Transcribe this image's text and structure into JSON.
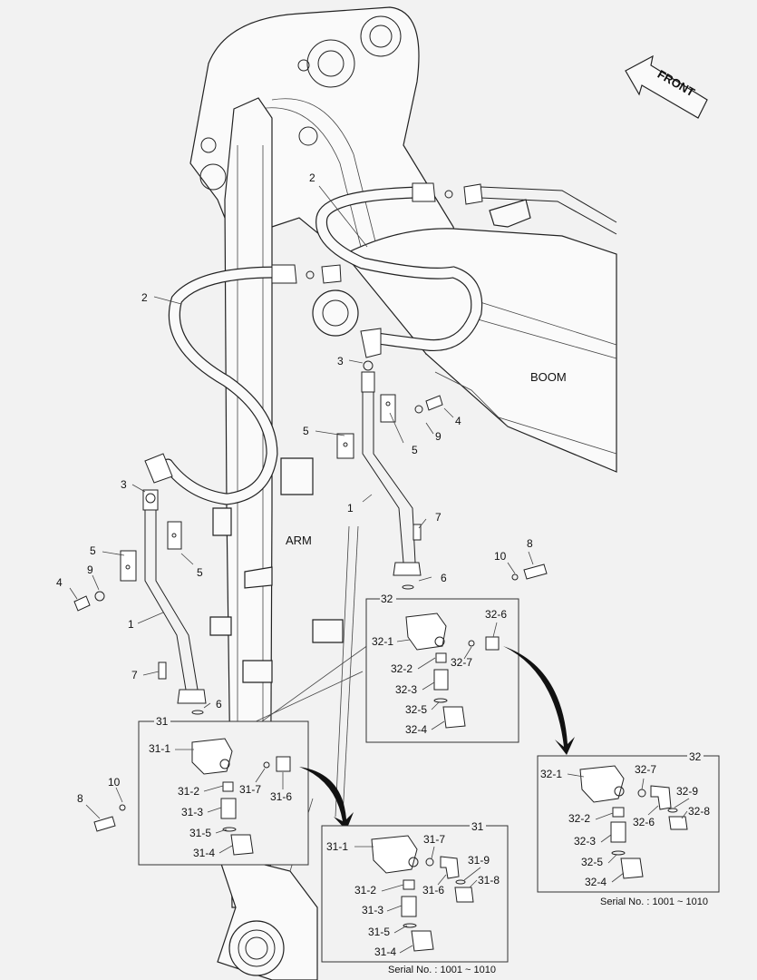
{
  "front_label": "FRONT",
  "boom_label": "BOOM",
  "arm_label": "ARM",
  "labels": {
    "hose_2_upper": "2",
    "hose_2_left": "2",
    "pipe_1_left": "1",
    "pipe_1_right": "1",
    "item_3_left": "3",
    "item_3_right": "3",
    "item_4_left": "4",
    "item_4_right": "4",
    "item_5_l_a": "5",
    "item_5_l_b": "5",
    "item_5_r_a": "5",
    "item_5_r_b": "5",
    "item_6_left": "6",
    "item_6_right": "6",
    "item_7_left": "7",
    "item_7_right": "7",
    "item_8_left": "8",
    "item_8_right": "8",
    "item_9_left": "9",
    "item_9_right": "9",
    "item_10_left": "10",
    "item_10_right": "10"
  },
  "group31": {
    "title": "31",
    "p1": "31-1",
    "p2": "31-2",
    "p3": "31-3",
    "p5": "31-5",
    "p4": "31-4",
    "p7": "31-7",
    "p6": "31-6"
  },
  "group32": {
    "title": "32",
    "p1": "32-1",
    "p2": "32-2",
    "p3": "32-3",
    "p5": "32-5",
    "p4": "32-4",
    "p7": "32-7",
    "p6": "32-6"
  },
  "detail31": {
    "title": "31",
    "p1": "31-1",
    "p7": "31-7",
    "p9": "31-9",
    "p6": "31-6",
    "p8": "31-8",
    "p2": "31-2",
    "p3": "31-3",
    "p5": "31-5",
    "p4": "31-4",
    "serial": "Serial No. : 1001 ~ 1010"
  },
  "detail32": {
    "title": "32",
    "p1": "32-1",
    "p7": "32-7",
    "p9": "32-9",
    "p6": "32-6",
    "p8": "32-8",
    "p2": "32-2",
    "p3": "32-3",
    "p5": "32-5",
    "p4": "32-4",
    "serial": "Serial No. : 1001 ~ 1010"
  }
}
